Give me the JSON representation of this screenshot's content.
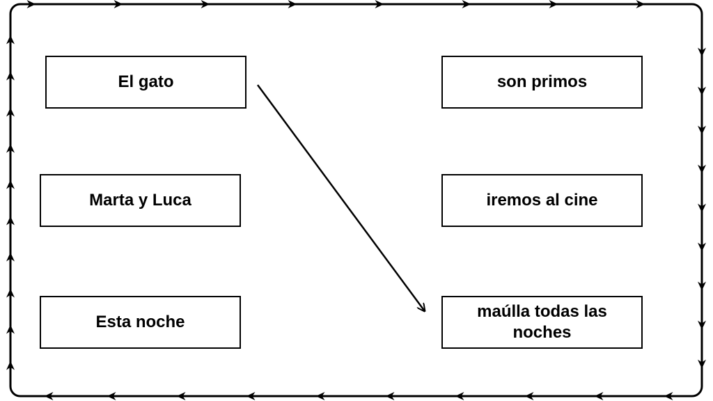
{
  "left_column": [
    {
      "id": "el-gato",
      "label": "El gato"
    },
    {
      "id": "marta-luca",
      "label": "Marta y Luca"
    },
    {
      "id": "esta-noche",
      "label": "Esta noche"
    }
  ],
  "right_column": [
    {
      "id": "son-primos",
      "label": "son primos"
    },
    {
      "id": "iremos-cine",
      "label": "iremos al cine"
    },
    {
      "id": "maulla",
      "label": "maúlla todas las noches"
    }
  ],
  "connections": [
    {
      "from": "El gato",
      "to": "maúlla todas las noches"
    }
  ],
  "colors": {
    "stroke": "#000000",
    "background": "#ffffff"
  }
}
